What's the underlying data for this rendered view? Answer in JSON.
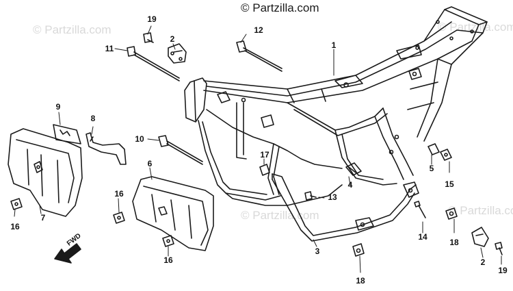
{
  "watermark": {
    "text_main": "© Partzilla.com",
    "text_faint": "© Partzilla.com"
  },
  "callouts": {
    "c1": "1",
    "c2a": "2",
    "c2b": "2",
    "c3": "3",
    "c4": "4",
    "c5": "5",
    "c6": "6",
    "c7": "7",
    "c8": "8",
    "c9": "9",
    "c10": "10",
    "c11": "11",
    "c12": "12",
    "c13": "13",
    "c14": "14",
    "c15": "15",
    "c16a": "16",
    "c16b": "16",
    "c16c": "16",
    "c17": "17",
    "c18a": "18",
    "c18b": "18",
    "c19a": "19",
    "c19b": "19"
  },
  "fwd_label": "FWD"
}
